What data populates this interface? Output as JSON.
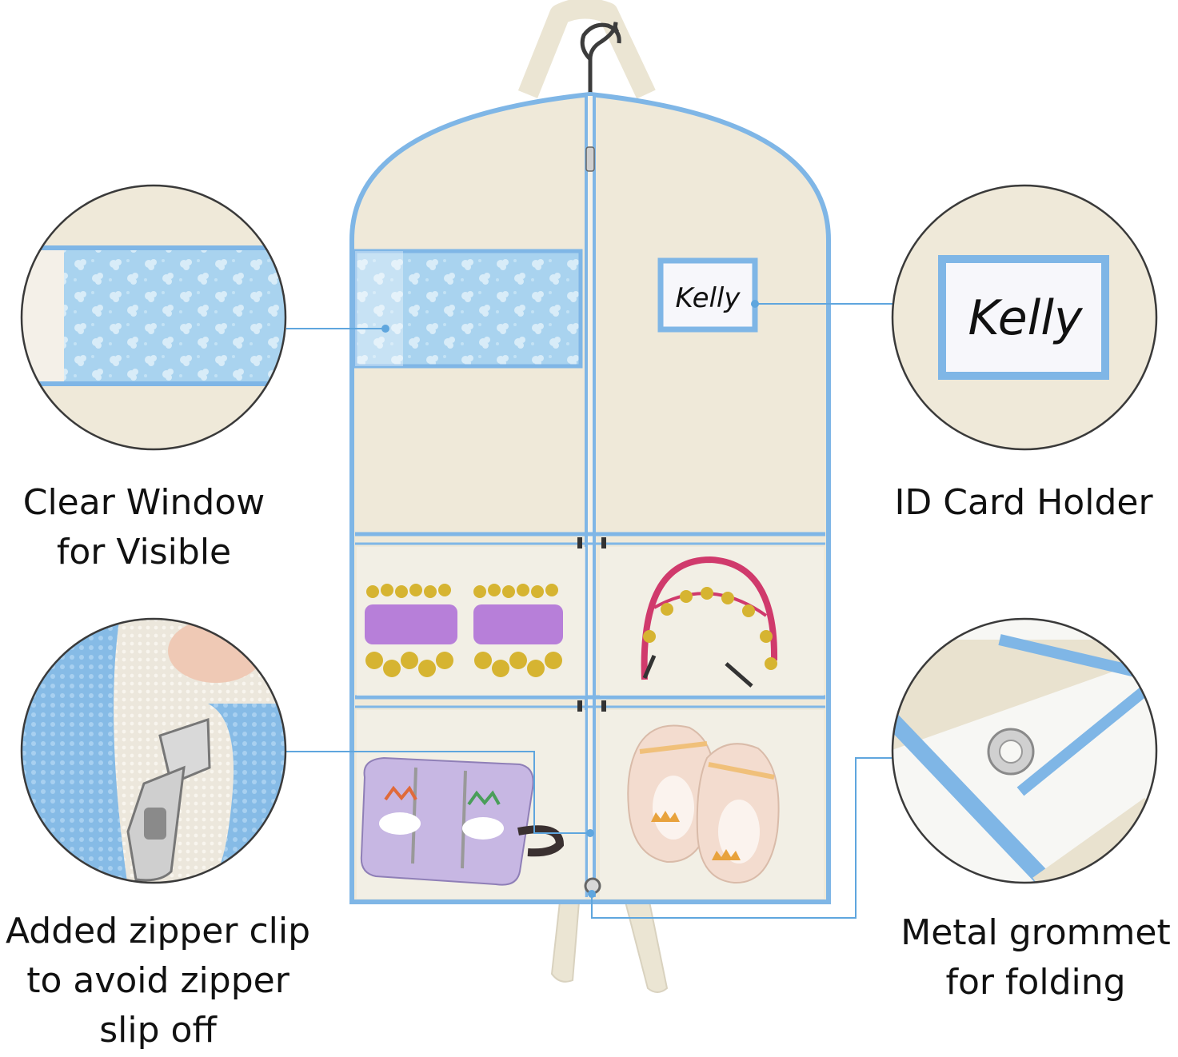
{
  "captions": {
    "clear_window": [
      "Clear Window",
      "for Visible"
    ],
    "id_card": [
      "ID Card Holder"
    ],
    "zipper_clip": [
      "Added zipper clip",
      "to avoid zipper",
      "slip off"
    ],
    "grommet": [
      "Metal grommet",
      "for folding"
    ]
  },
  "id_card": {
    "name": "Kelly"
  },
  "colors": {
    "bag_fabric": "#efe9d9",
    "trim_blue": "#7fb6e6",
    "lace_blue": "#a9d3ef",
    "callout_line": "#5fa6de"
  }
}
